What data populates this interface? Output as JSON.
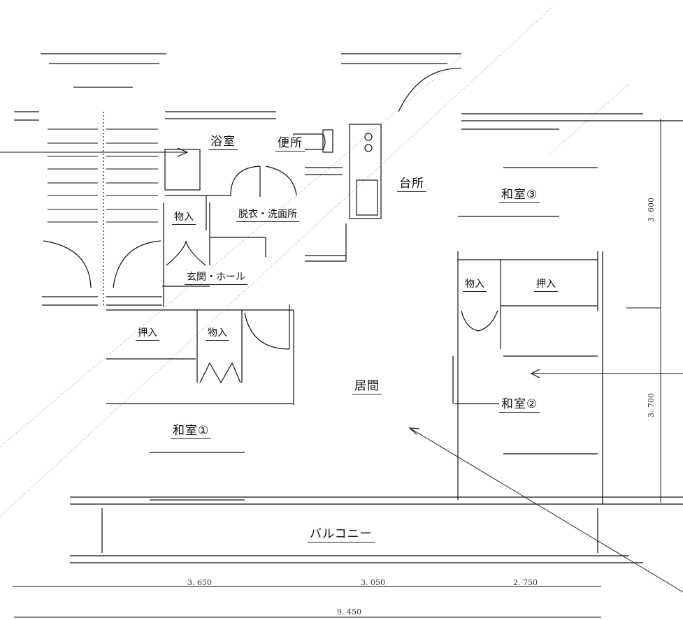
{
  "rooms": {
    "bath": "浴室",
    "toilet": "便所",
    "kitchen": "台所",
    "washroom": "脱衣・洗面所",
    "storage_entry": "物入",
    "entrance_hall": "玄関・ホール",
    "washitsu3": "和室③",
    "storage_room2": "物入",
    "closet_room2": "押入",
    "closet_room1": "押入",
    "storage_room1": "物入",
    "living": "居間",
    "washitsu2": "和室②",
    "washitsu1": "和室①",
    "balcony": "バルコニー"
  },
  "dimensions": {
    "width_room1": "3. 650",
    "width_living": "3. 050",
    "width_room2": "2. 750",
    "total_width": "9. 450",
    "depth_room3": "3. 600",
    "depth_room2": "3. 700"
  }
}
